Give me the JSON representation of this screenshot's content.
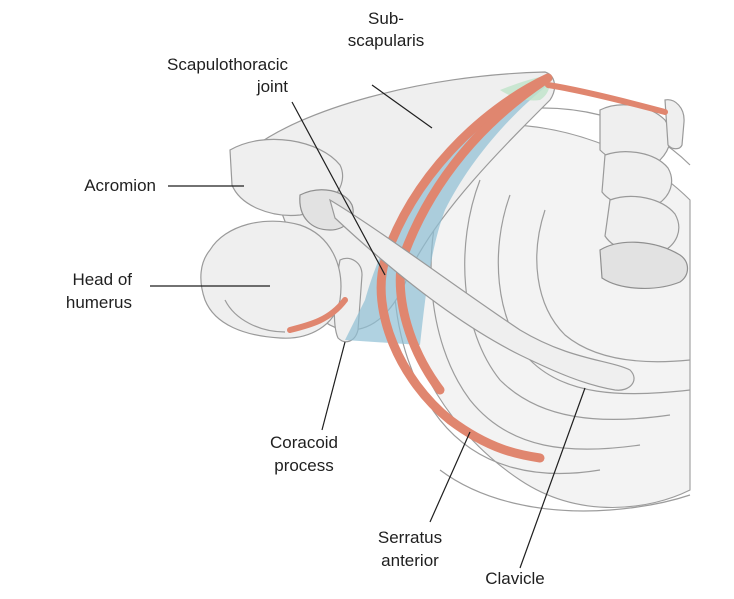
{
  "labels": {
    "subscapularis_1": "Sub-",
    "subscapularis_2": "scapularis",
    "scapulothoracic_1": "Scapulothoracic",
    "scapulothoracic_2": "joint",
    "acromion": "Acromion",
    "head_of_humerus_1": "Head of",
    "head_of_humerus_2": "humerus",
    "coracoid_1": "Coracoid",
    "coracoid_2": "process",
    "serratus_1": "Serratus",
    "serratus_2": "anterior",
    "clavicle": "Clavicle"
  },
  "colors": {
    "serratus_muscle": "#e0866f",
    "subscapularis_muscle": "#8fbfd4",
    "subscapularis_light": "#bfe3c9",
    "bone_fill": "#efefef",
    "bone_outline": "#9a9a9a"
  }
}
